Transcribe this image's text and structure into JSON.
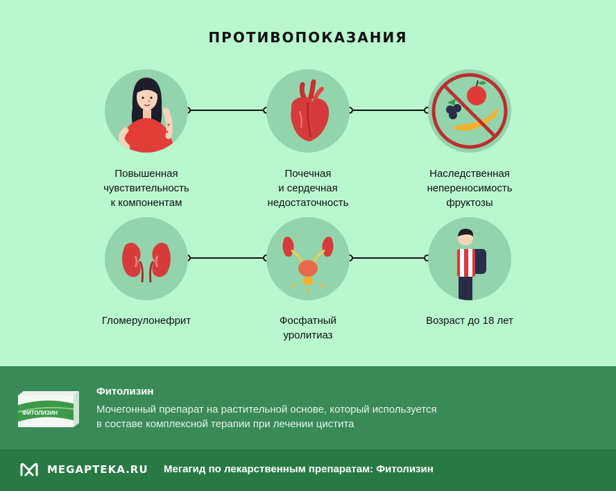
{
  "title": "ПРОТИВОПОКАЗАНИЯ",
  "items": [
    {
      "label": "Повышенная\nчувствительность\nк компонентам",
      "icon": "woman-allergy-icon"
    },
    {
      "label": "Почечная\nи сердечная\nнедостаточность",
      "icon": "heart-icon"
    },
    {
      "label": "Наследственная\nнепереносимость\nфруктозы",
      "icon": "no-fruit-icon"
    },
    {
      "label": "Гломерулонефрит",
      "icon": "kidneys-icon"
    },
    {
      "label": "Фосфатный\nуролитиаз",
      "icon": "urinary-system-icon"
    },
    {
      "label": "Возраст до 18 лет",
      "icon": "schoolboy-icon"
    }
  ],
  "product": {
    "name": "Фитолизин",
    "description": "Мочегонный препарат на растительной основе, который используется\nв составе комплексной терапии при лечении цистита",
    "box_text": "ФИТОЛИЗИН"
  },
  "footer": {
    "brand": "MEGAPTEKA.RU",
    "tagline": "Мегагид по лекарственным препаратам: Фитолизин"
  },
  "colors": {
    "background": "#b9f7cf",
    "circle": "#93d4ad",
    "product_band": "#3a8a57",
    "footer_band": "#287a44",
    "accent_red": "#d63b3b"
  }
}
